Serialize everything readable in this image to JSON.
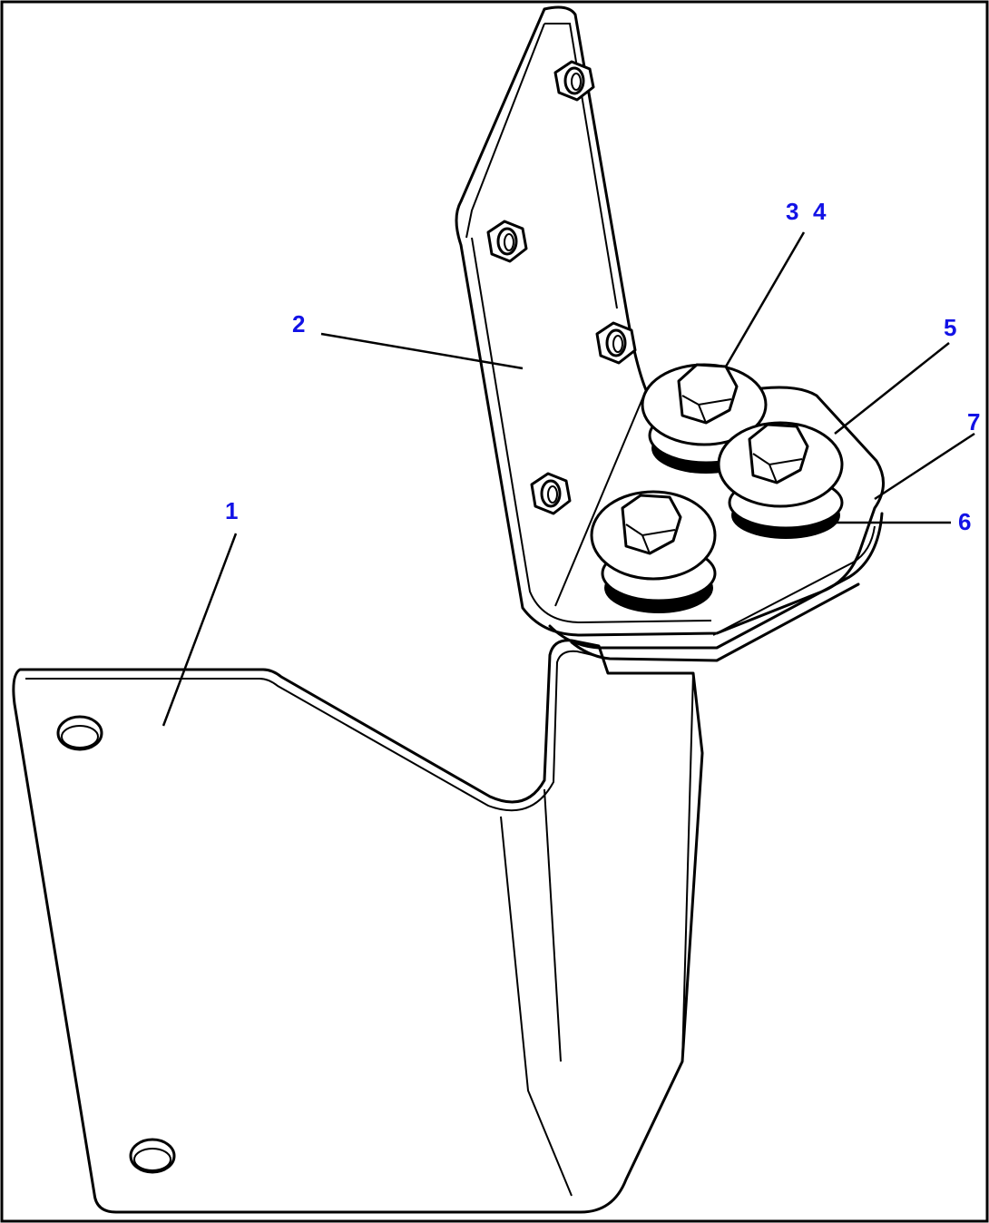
{
  "callouts": {
    "c1": "1",
    "c2": "2",
    "c3": "3",
    "c4": "4",
    "c5": "5",
    "c6": "6",
    "c7": "7"
  },
  "colors": {
    "callout": "#1212e6",
    "line": "#000000",
    "background": "#ffffff"
  }
}
